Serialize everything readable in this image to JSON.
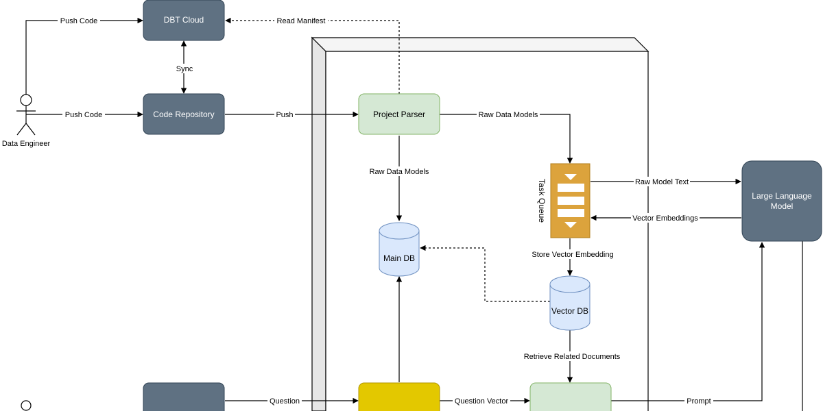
{
  "nodes": {
    "dbt_cloud": "DBT Cloud",
    "code_repository": "Code Repository",
    "project_parser": "Project Parser",
    "main_db": "Main DB",
    "vector_db": "Vector DB",
    "task_queue": "Task Queue",
    "llm_line1": "Large Language",
    "llm_line2": "Model",
    "data_engineer": "Data Engineer"
  },
  "edges": {
    "push_code_top": "Push Code",
    "push_code_mid": "Push Code",
    "sync": "Sync",
    "read_manifest": "Read Manifest",
    "push": "Push",
    "raw_data_models_right": "Raw Data Models",
    "raw_data_models_down": "Raw Data Models",
    "raw_model_text": "Raw Model Text",
    "vector_embeddings": "Vector Embeddings",
    "store_vector_embedding": "Store Vector Embedding",
    "retrieve_related_documents": "Retrieve Related Documents",
    "question": "Question",
    "question_vector": "Question Vector",
    "prompt": "Prompt"
  },
  "colors": {
    "dark_box": "#5f7182",
    "green_box": "#d5e8d4",
    "green_border": "#82b366",
    "blue_db": "#dae8fc",
    "blue_border": "#6c8ebf",
    "queue": "#dca33c",
    "yellow_box": "#e3c800",
    "frame_side": "#e6e6e6"
  }
}
